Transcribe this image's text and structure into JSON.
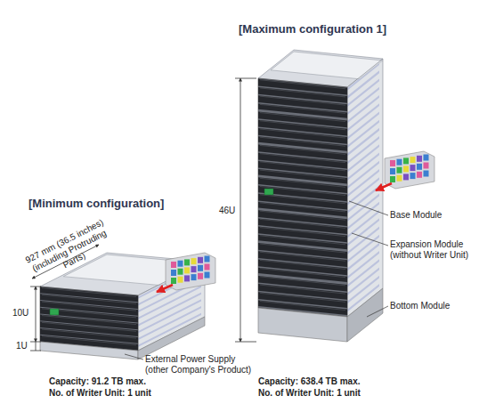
{
  "diagram": {
    "labels": [
      "[Minimum configuration]",
      "927 mm (36.5 inches) (including Protruding Parts)",
      "10U",
      "1U",
      "[Maximum configuration 1]",
      "46U",
      "Base Module",
      "Expansion Module (without Writer Unit)",
      "Bottom Module",
      "External Power Supply (other Company's Product)",
      "Capacity: 91.2 TB max.",
      "No. of Writer Unit: 1 unit",
      "Capacity: 638.4 TB max.",
      "No. of Writer Unit: 1 unit"
    ]
  }
}
